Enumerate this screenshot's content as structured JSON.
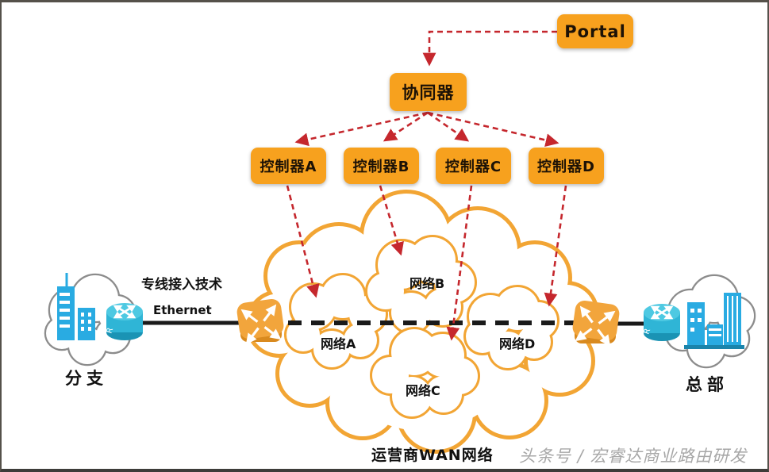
{
  "diagram": {
    "portal": "Portal",
    "coordinator": "协同器",
    "controllers": [
      {
        "label": "控制器A"
      },
      {
        "label": "控制器B"
      },
      {
        "label": "控制器C"
      },
      {
        "label": "控制器D"
      }
    ],
    "networks": [
      {
        "label": "网络A"
      },
      {
        "label": "网络B"
      },
      {
        "label": "网络C"
      },
      {
        "label": "网络D"
      }
    ],
    "wan_label": "运营商WAN网络",
    "access_tech_label": "专线接入技术",
    "ethernet_label": "Ethernet",
    "branch_label": "分支",
    "headquarters_label": "总部",
    "router_r_label": "R"
  },
  "watermark": "头条号 / 宏睿达商业路由研发",
  "colors": {
    "node_orange": "#F7A11E",
    "cloud_orange": "#F2A534",
    "arrow_red": "#C5272D",
    "line_black": "#1A1A1A",
    "router_cyan": "#2FB5D6",
    "building_blue": "#29ABE2",
    "edge_cloud_gray": "#8C8C8C",
    "watermark_gray": "#9B9B9B"
  }
}
